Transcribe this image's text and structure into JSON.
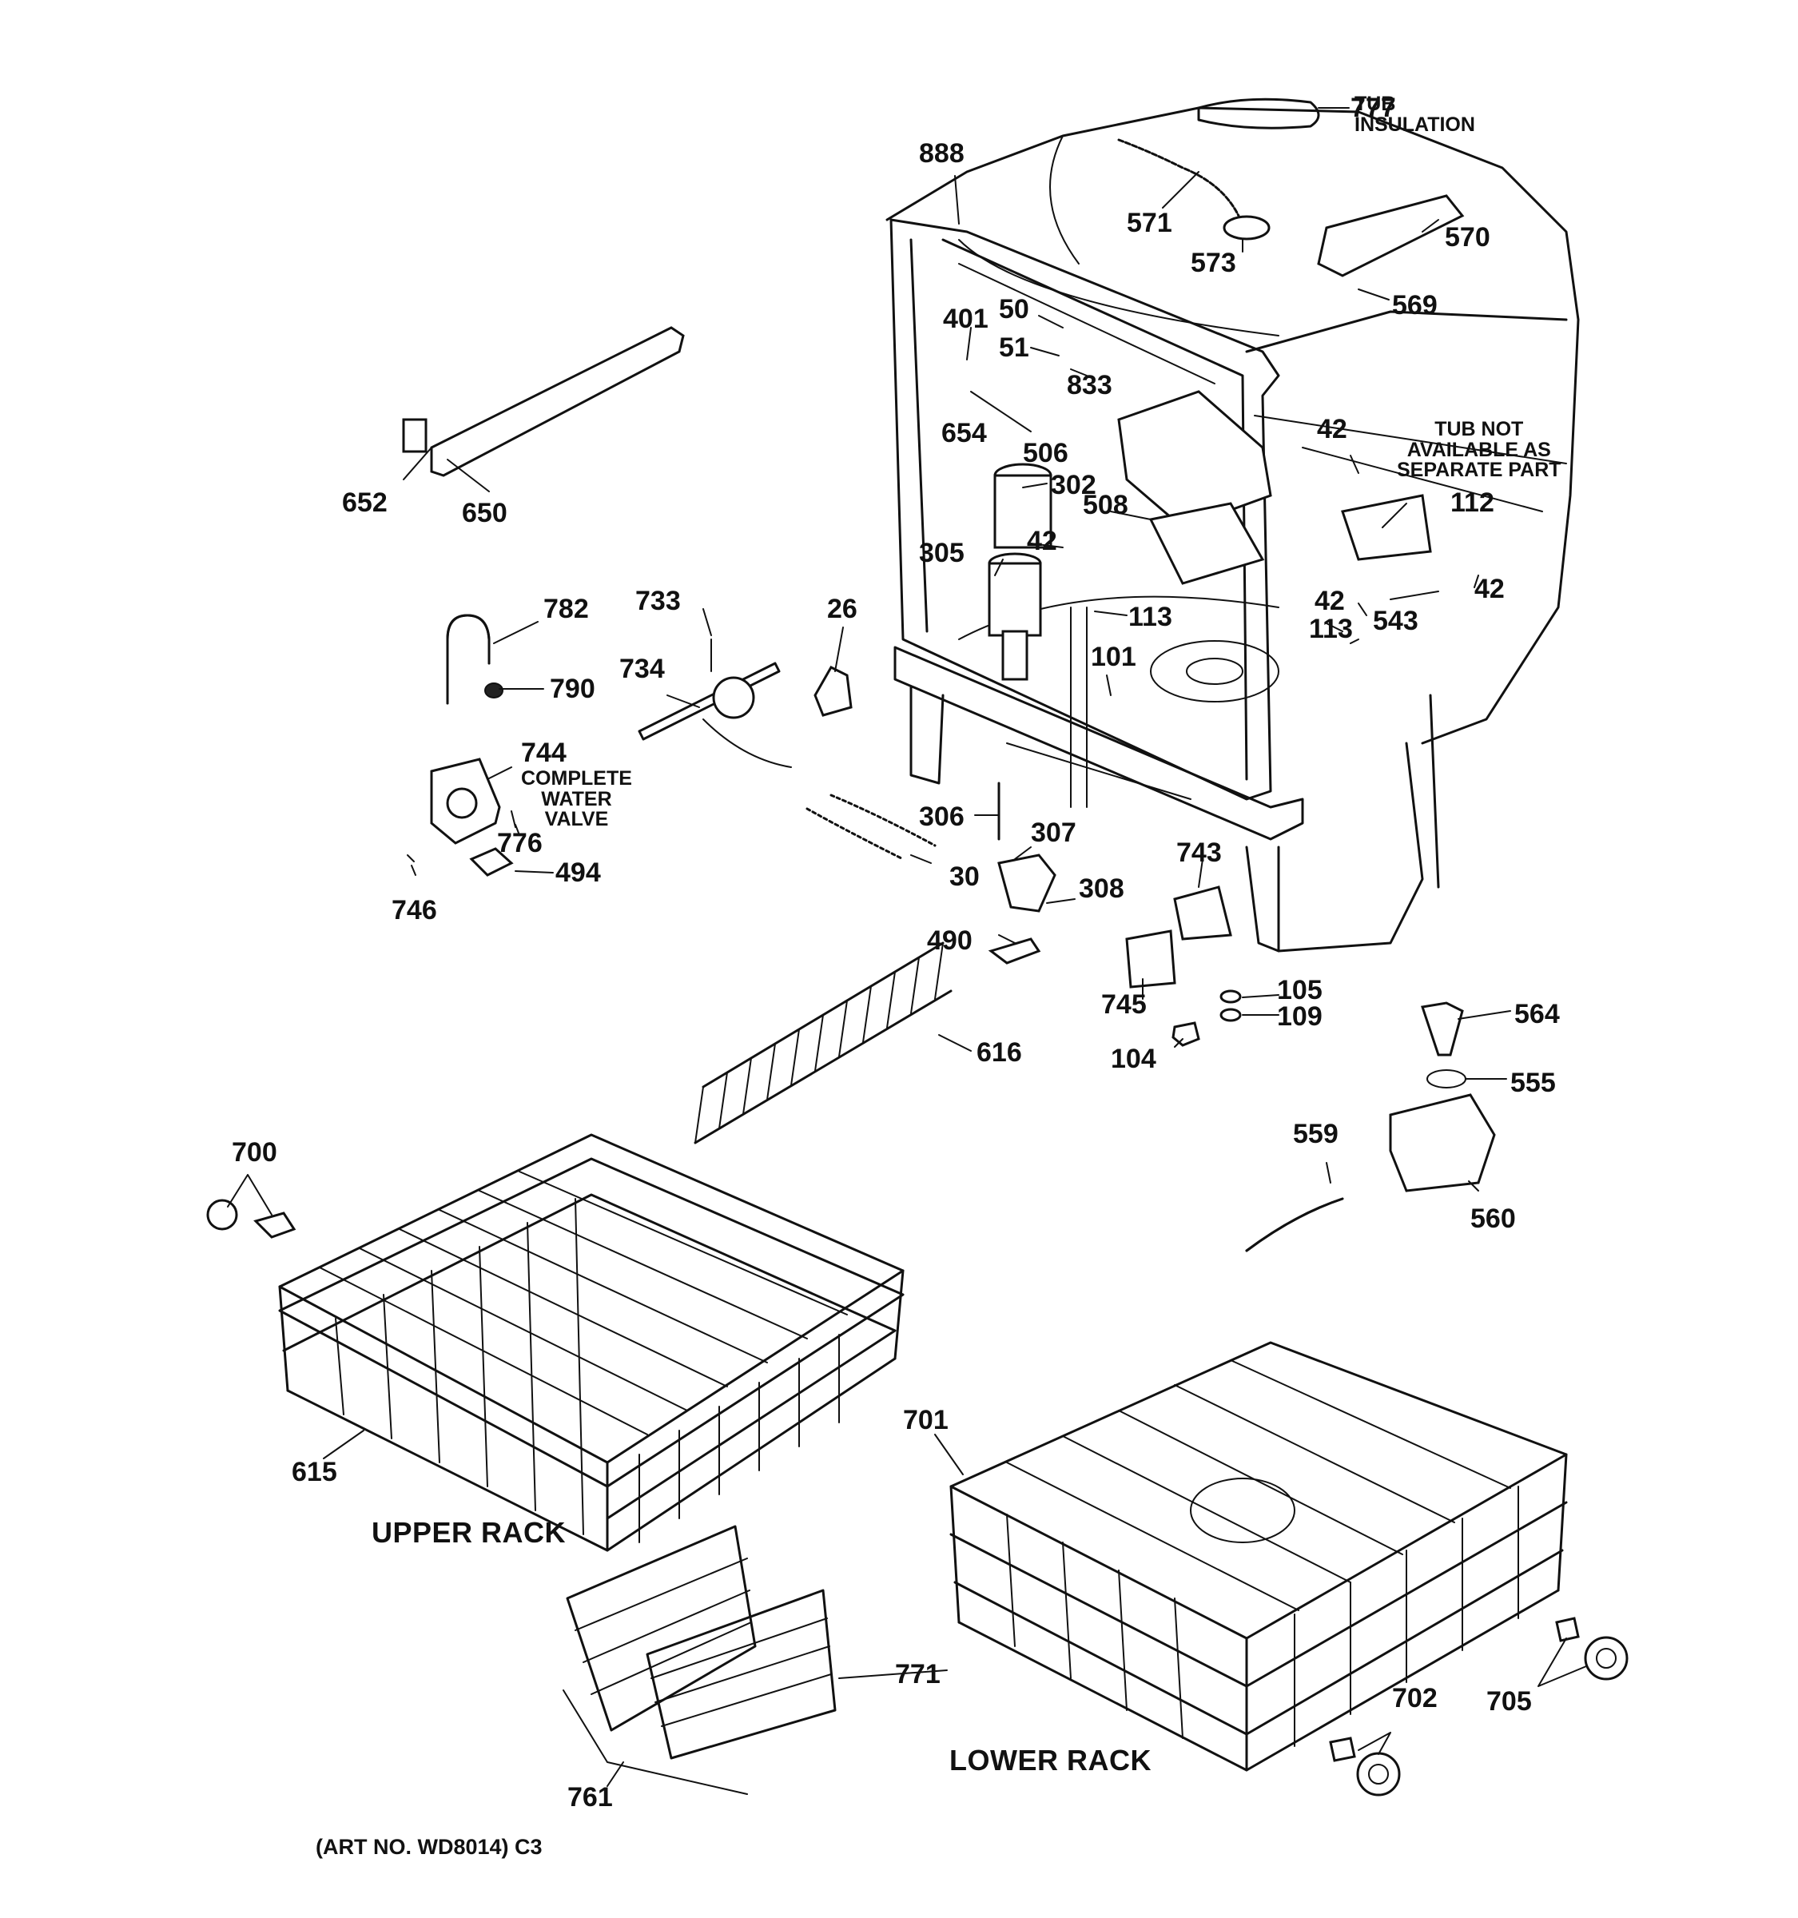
{
  "sections": {
    "upper_rack": "UPPER RACK",
    "lower_rack": "LOWER RACK"
  },
  "art_number": "(ART NO. WD8014) C3",
  "notes": {
    "tub_insulation": "TUB\nINSULATION",
    "tub_not_available": "TUB NOT\nAVAILABLE AS\nSEPARATE PART",
    "complete_water_valve": "COMPLETE\nWATER\nVALVE"
  },
  "parts": [
    {
      "id": "777"
    },
    {
      "id": "888"
    },
    {
      "id": "571"
    },
    {
      "id": "573"
    },
    {
      "id": "570"
    },
    {
      "id": "569"
    },
    {
      "id": "50"
    },
    {
      "id": "401"
    },
    {
      "id": "51"
    },
    {
      "id": "833"
    },
    {
      "id": "654"
    },
    {
      "id": "506"
    },
    {
      "id": "42"
    },
    {
      "id": "302"
    },
    {
      "id": "508"
    },
    {
      "id": "112"
    },
    {
      "id": "42"
    },
    {
      "id": "305"
    },
    {
      "id": "42"
    },
    {
      "id": "113"
    },
    {
      "id": "42"
    },
    {
      "id": "543"
    },
    {
      "id": "113"
    },
    {
      "id": "101"
    },
    {
      "id": "652"
    },
    {
      "id": "650"
    },
    {
      "id": "782"
    },
    {
      "id": "733"
    },
    {
      "id": "26"
    },
    {
      "id": "734"
    },
    {
      "id": "790"
    },
    {
      "id": "744"
    },
    {
      "id": "776"
    },
    {
      "id": "494"
    },
    {
      "id": "746"
    },
    {
      "id": "306"
    },
    {
      "id": "307"
    },
    {
      "id": "30"
    },
    {
      "id": "743"
    },
    {
      "id": "308"
    },
    {
      "id": "490"
    },
    {
      "id": "745"
    },
    {
      "id": "105"
    },
    {
      "id": "109"
    },
    {
      "id": "104"
    },
    {
      "id": "564"
    },
    {
      "id": "616"
    },
    {
      "id": "555"
    },
    {
      "id": "559"
    },
    {
      "id": "560"
    },
    {
      "id": "700"
    },
    {
      "id": "615"
    },
    {
      "id": "701"
    },
    {
      "id": "771"
    },
    {
      "id": "702"
    },
    {
      "id": "705"
    },
    {
      "id": "761"
    }
  ]
}
